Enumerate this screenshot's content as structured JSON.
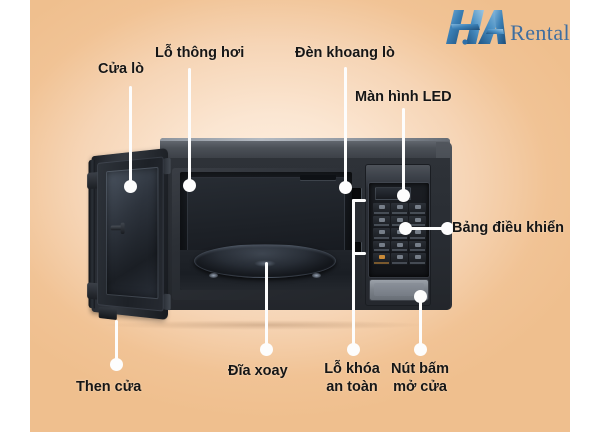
{
  "brand": {
    "logo_h": "H",
    "logo_dot": ".",
    "logo_a": "A",
    "logo_text": "Rental",
    "logo_color": "#2f6fa8",
    "logo_text_color": "#3f6ea0"
  },
  "diagram": {
    "subject": "microwave-oven",
    "background_color": "#f2c79c",
    "background_center_color": "#fdf0e2",
    "leader_color": "#fdfdfd",
    "label_color": "#161616",
    "labels": [
      {
        "id": "cua-lo",
        "text": "Cửa lò",
        "line2": ""
      },
      {
        "id": "lo-thong-hoi",
        "text": "Lỗ thông hơi",
        "line2": ""
      },
      {
        "id": "den-khoang-lo",
        "text": "Đèn khoang lò",
        "line2": ""
      },
      {
        "id": "man-hinh-led",
        "text": "Màn hình LED",
        "line2": ""
      },
      {
        "id": "bang-dieu-khien",
        "text": "Bảng điều khiển",
        "line2": ""
      },
      {
        "id": "then-cua",
        "text": "Then cửa",
        "line2": ""
      },
      {
        "id": "dia-xoay",
        "text": "Đĩa xoay",
        "line2": ""
      },
      {
        "id": "lo-khoa-an-toan",
        "text": "Lỗ khóa",
        "line2": "an toàn"
      },
      {
        "id": "nut-bam-mo-cua",
        "text": "Nút bấm",
        "line2": "mở cửa"
      }
    ]
  }
}
